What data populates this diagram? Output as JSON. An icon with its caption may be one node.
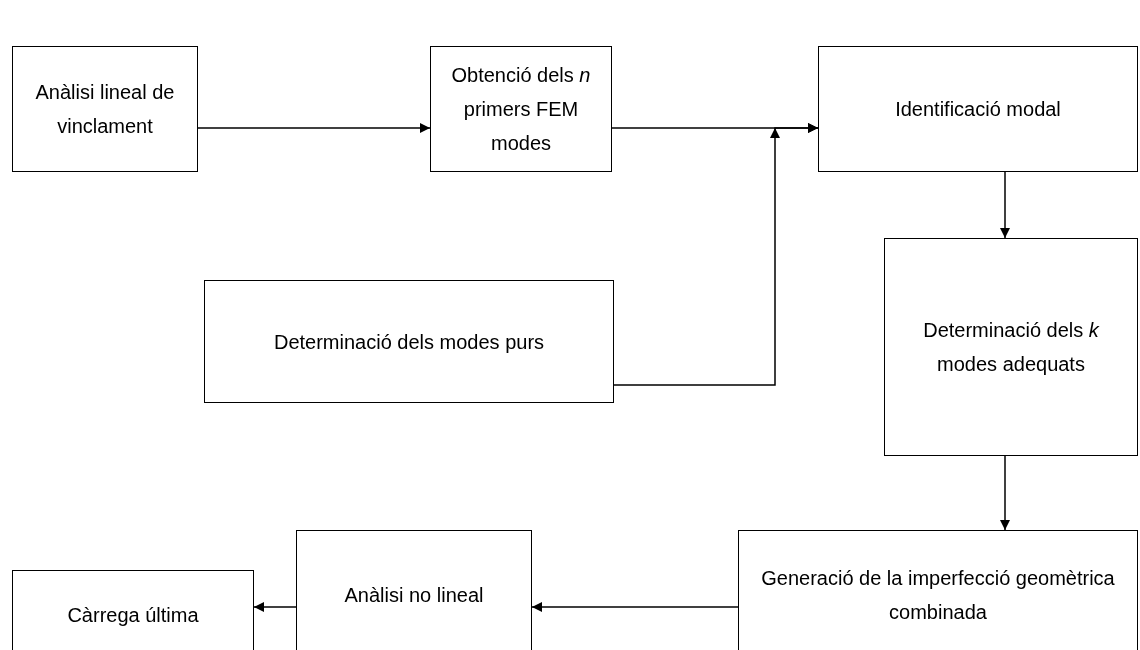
{
  "diagram": {
    "nodes": [
      {
        "text": [
          "Anàlisi lineal de vinclament"
        ]
      },
      {
        "text": [
          "Obtenció dels *n* primers FEM modes"
        ]
      },
      {
        "text": [
          "Identificació modal"
        ]
      },
      {
        "text": [
          "Determinació dels modes purs"
        ]
      },
      {
        "text": [
          "Determinació dels *k* modes adequats"
        ]
      },
      {
        "text": [
          "Generació de la imperfecció geomètrica combinada"
        ]
      },
      {
        "text": [
          "Anàlisi no lineal"
        ]
      },
      {
        "text": [
          "Càrrega última"
        ]
      }
    ],
    "edges": [
      {
        "from": 0,
        "to": 1,
        "arrow": "to"
      },
      {
        "from": 1,
        "to": 2,
        "arrow": "to"
      },
      {
        "from": 3,
        "to": 2,
        "arrow": "to"
      },
      {
        "from": 2,
        "to": 4,
        "arrow": "to"
      },
      {
        "from": 4,
        "to": 5,
        "arrow": "to"
      },
      {
        "from": 5,
        "to": 6,
        "arrow": "to"
      },
      {
        "from": 6,
        "to": 7,
        "arrow": "to"
      }
    ]
  }
}
